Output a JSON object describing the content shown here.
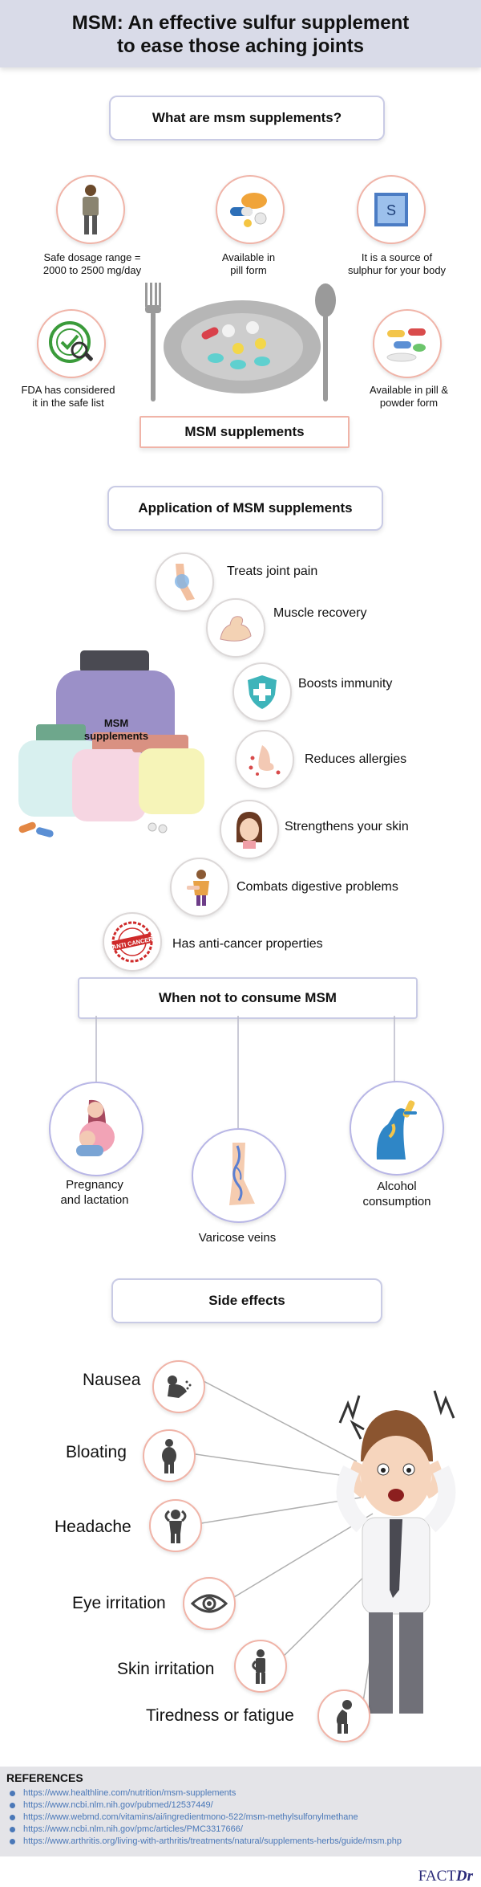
{
  "header": {
    "title_line1": "MSM: An effective sulfur supplement",
    "title_line2": "to ease those aching joints"
  },
  "what": {
    "heading": "What are msm supplements?",
    "facts": [
      {
        "icon": "person-icon",
        "text_line1": "Safe dosage range =",
        "text_line2": "2000 to 2500 mg/day"
      },
      {
        "icon": "pills-icon",
        "text_line1": "Available in",
        "text_line2": "pill form"
      },
      {
        "icon": "sulfur-element-icon",
        "text_line1": "It is a source of",
        "text_line2": "sulphur for your body"
      },
      {
        "icon": "approved-stamp-icon",
        "text_line1": "FDA has considered",
        "text_line2": "it in the safe list"
      },
      {
        "icon": "capsules-powder-icon",
        "text_line1": "Available in pill &",
        "text_line2": "powder form"
      }
    ],
    "plate_label": "MSM supplements",
    "sulfur_symbol": "S"
  },
  "application": {
    "heading": "Application of MSM supplements",
    "bottles_label_line1": "MSM",
    "bottles_label_line2": "supplements",
    "items": [
      {
        "icon": "knee-icon",
        "label": "Treats joint pain"
      },
      {
        "icon": "muscle-arm-icon",
        "label": "Muscle recovery"
      },
      {
        "icon": "shield-cross-icon",
        "label": "Boosts immunity"
      },
      {
        "icon": "nose-icon",
        "label": "Reduces allergies"
      },
      {
        "icon": "woman-face-icon",
        "label": "Strengthens your skin"
      },
      {
        "icon": "stomach-ache-icon",
        "label": "Combats digestive problems"
      },
      {
        "icon": "anti-cancer-stamp-icon",
        "label": "Has anti-cancer properties",
        "stamp_text": "ANTI CANCER"
      }
    ]
  },
  "when_not": {
    "heading": "When not to consume MSM",
    "items": [
      {
        "icon": "pregnant-woman-icon",
        "label_line1": "Pregnancy",
        "label_line2": "and lactation"
      },
      {
        "icon": "varicose-leg-icon",
        "label_line1": "Varicose veins",
        "label_line2": ""
      },
      {
        "icon": "drinking-man-icon",
        "label_line1": "Alcohol",
        "label_line2": "consumption"
      }
    ]
  },
  "side_effects": {
    "heading": "Side effects",
    "items": [
      {
        "icon": "vomiting-person-icon",
        "label": "Nausea"
      },
      {
        "icon": "bloated-person-icon",
        "label": "Bloating"
      },
      {
        "icon": "headache-person-icon",
        "label": "Headache"
      },
      {
        "icon": "eye-icon",
        "label": "Eye irritation"
      },
      {
        "icon": "scratching-person-icon",
        "label": "Skin irritation"
      },
      {
        "icon": "tired-person-icon",
        "label": "Tiredness or fatigue"
      }
    ]
  },
  "references": {
    "heading": "REFERENCES",
    "links": [
      "https://www.healthline.com/nutrition/msm-supplements",
      "https://www.ncbi.nlm.nih.gov/pubmed/12537449/",
      "https://www.webmd.com/vitamins/ai/ingredientmono-522/msm-methylsulfonylmethane",
      "https://www.ncbi.nlm.nih.gov/pmc/articles/PMC3317666/",
      "https://www.arthritis.org/living-with-arthritis/treatments/natural/supplements-herbs/guide/msm.php"
    ]
  },
  "brand": {
    "part1": "FACT",
    "part2": "Dr"
  },
  "colors": {
    "header_bg": "#d9dbe8",
    "salmon_ring": "#f0b4a8",
    "lavender_ring": "#b8b6e6",
    "link_blue": "#4a78b8"
  }
}
